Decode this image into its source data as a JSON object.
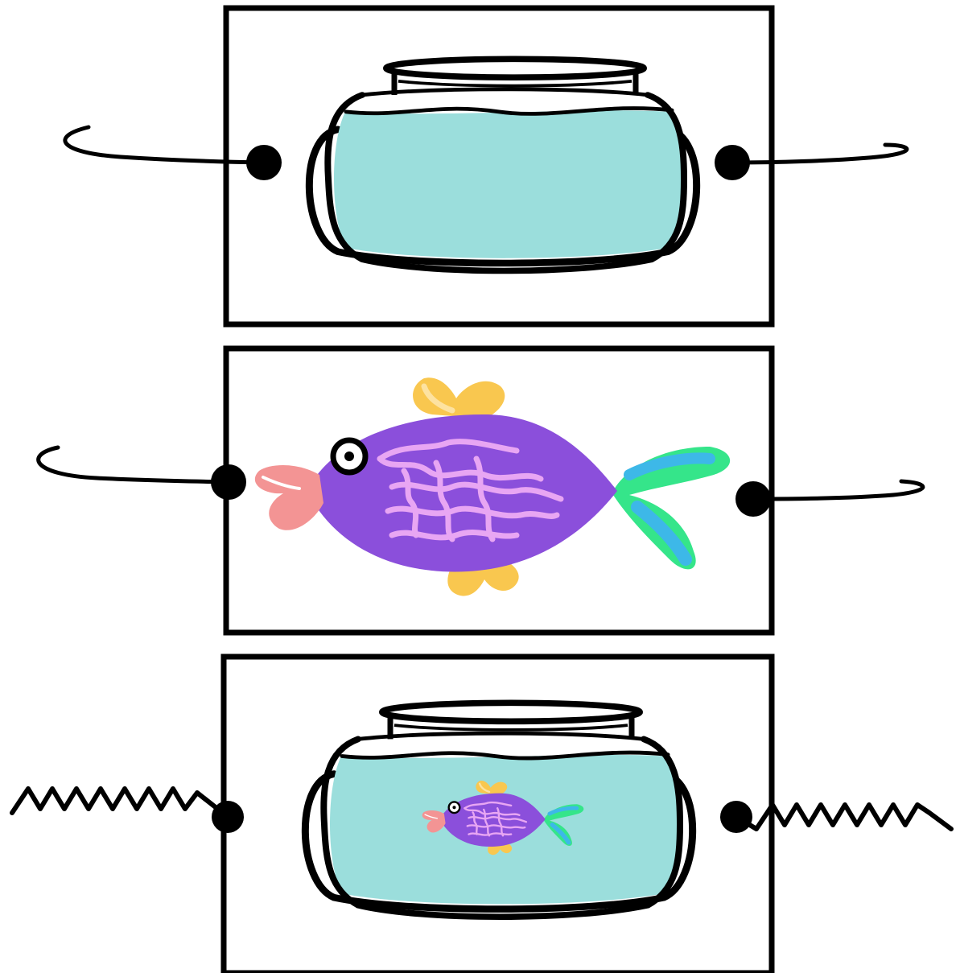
{
  "colors": {
    "stroke": "#000000",
    "water": "#9BDEDC",
    "fish_body": "#8B4FDB",
    "fish_pattern": "#E8A6F3",
    "fin_yellow": "#F9C74F",
    "fin_yellow_light": "#FDE2A0",
    "tail_green": "#35E58A",
    "tail_blue": "#3DB8E8",
    "lips": "#F39494",
    "background": "#FFFFFF"
  },
  "panels": [
    {
      "id": "empty-bowl",
      "content": "fishbowl-icon",
      "left_connector": "curved-wire",
      "right_connector": "curved-wire"
    },
    {
      "id": "fish",
      "content": "fish-icon",
      "left_connector": "curved-wire",
      "right_connector": "curved-wire"
    },
    {
      "id": "fish-in-bowl",
      "content": "fishbowl-with-fish-icon",
      "left_connector": "spring-wire",
      "right_connector": "spring-wire"
    }
  ]
}
